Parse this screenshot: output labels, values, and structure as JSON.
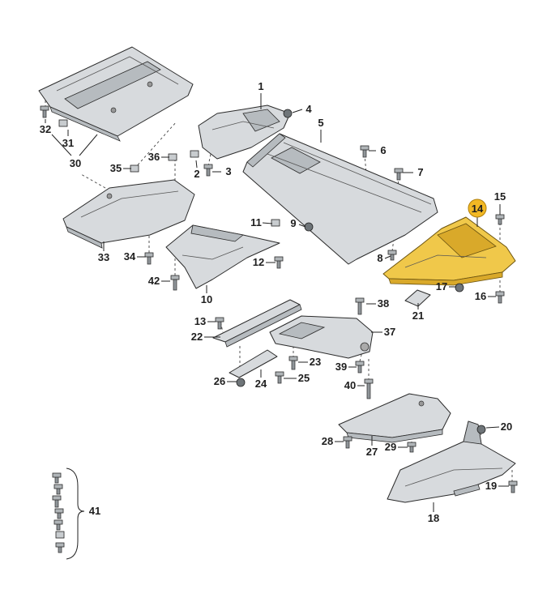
{
  "diagram": {
    "colors": {
      "panel": "#d7dadd",
      "panel_shade": "#b6bbbf",
      "highlight": "#f0c84a",
      "highlight_badge": "#f2b824"
    },
    "highlighted_part": "14",
    "callouts": {
      "1": "1",
      "2": "2",
      "3": "3",
      "4": "4",
      "5": "5",
      "6": "6",
      "7": "7",
      "8": "8",
      "9": "9",
      "10": "10",
      "11": "11",
      "12": "12",
      "13": "13",
      "15": "15",
      "16": "16",
      "17": "17",
      "18": "18",
      "19": "19",
      "20": "20",
      "21": "21",
      "22": "22",
      "23": "23",
      "24": "24",
      "25": "25",
      "26": "26",
      "27": "27",
      "28": "28",
      "29": "29",
      "30": "30",
      "31": "31",
      "32": "32",
      "33": "33",
      "34": "34",
      "35": "35",
      "36": "36",
      "37": "37",
      "38": "38",
      "39": "39",
      "40": "40",
      "41": "41",
      "42": "42"
    }
  }
}
